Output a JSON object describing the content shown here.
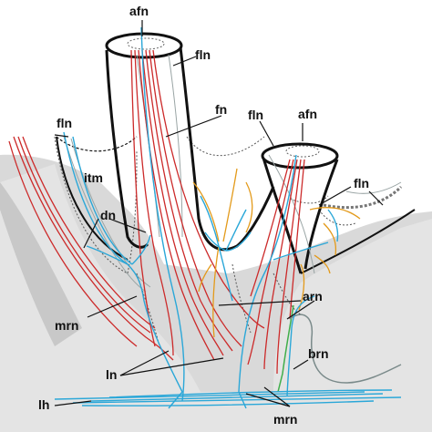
{
  "labels": {
    "afn_top": "afn",
    "fln_top": "fln",
    "fn": "fn",
    "fln_mid": "fln",
    "afn_right": "afn",
    "fln_left": "fln",
    "itm": "itm",
    "dn": "dn",
    "fln_right": "fln",
    "arn": "arn",
    "mrn_left": "mrn",
    "brn": "brn",
    "ln": "ln",
    "lh": "lh",
    "mrn_bottom": "mrn"
  },
  "colors": {
    "background_tissue": "#d9d9d9",
    "outline": "#111111",
    "blue_nerve": "#2aa7d8",
    "red_fiber": "#cc2a2a",
    "orange_fiber": "#e39a1a",
    "green_fiber": "#3fae4a",
    "gray_fiber": "#7a8a8a",
    "dashed_outline": "#555555",
    "shadow_band": "#bdbdbd"
  }
}
